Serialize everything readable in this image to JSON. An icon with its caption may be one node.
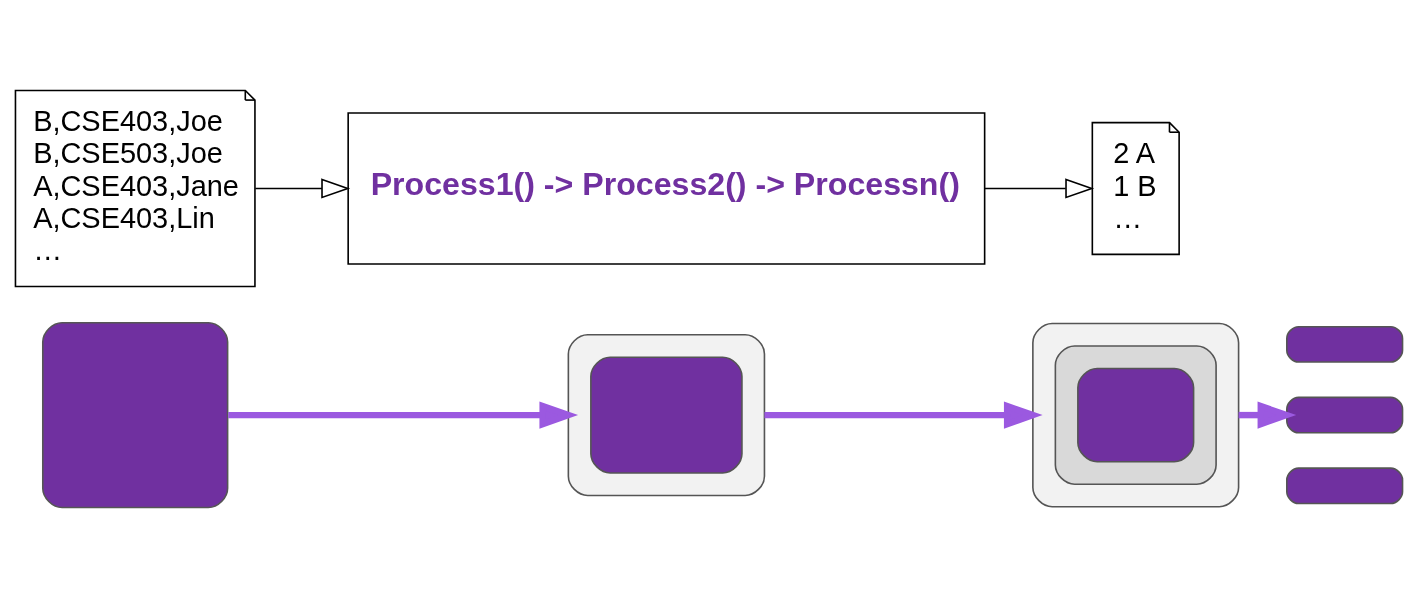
{
  "diagram": {
    "nodes": [
      {
        "text": [
          "B,CSE403,Joe",
          "B,CSE503,Joe",
          "A,CSE403,Jane",
          "A,CSE403,Lin",
          "…"
        ]
      },
      {
        "text": [
          "Process1() -> Process2() -> Processn()"
        ]
      },
      {
        "text": [
          "2 A",
          "1 B",
          "…"
        ]
      },
      {
        "text": [],
        "shape": "box"
      },
      {
        "text": [],
        "shape": "box"
      },
      {
        "text": [],
        "shape": "box",
        "in": 4
      },
      {
        "text": [],
        "shape": "box"
      },
      {
        "text": [],
        "shape": "box",
        "in": 6
      },
      {
        "text": [],
        "shape": "box",
        "in": 7
      },
      {
        "text": [],
        "shape": "bar"
      },
      {
        "text": [],
        "shape": "bar"
      },
      {
        "text": [],
        "shape": "bar"
      }
    ],
    "edges": [
      {
        "from": 0,
        "to": 1,
        "arrow": "to",
        "color": "#000000"
      },
      {
        "from": 1,
        "to": 2,
        "arrow": "to",
        "color": "#000000"
      },
      {
        "from": 3,
        "to": 4,
        "arrow": "to"
      },
      {
        "from": 4,
        "to": 6,
        "arrow": "to"
      },
      {
        "from": 6,
        "to": 10,
        "arrow": "to"
      }
    ]
  }
}
